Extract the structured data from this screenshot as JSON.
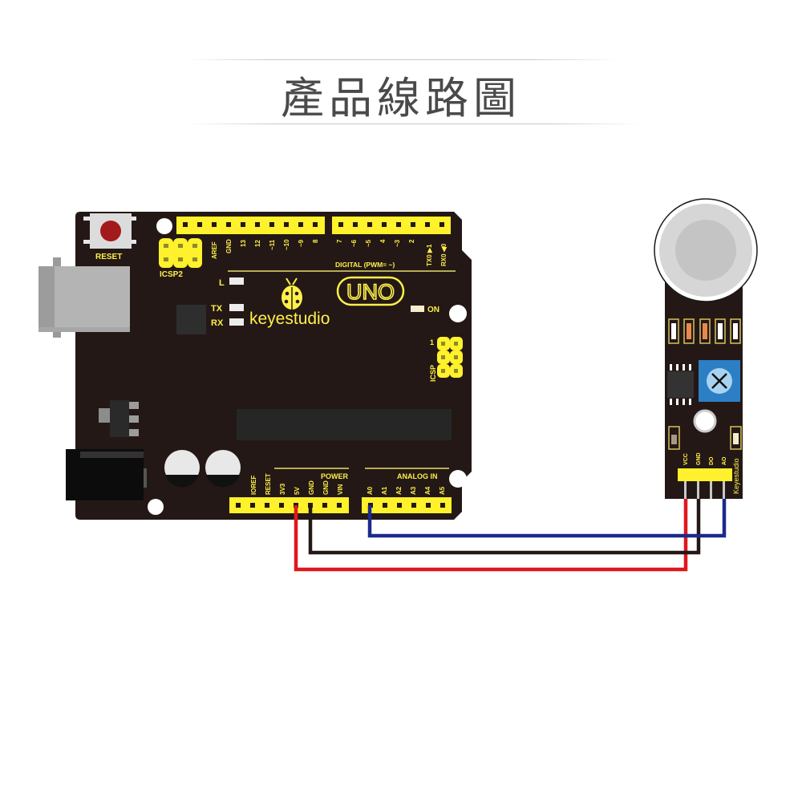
{
  "title": "產品線路圖",
  "colors": {
    "pcb": "#231815",
    "header_yellow": "#fff12b",
    "silk_yellow": "#fff04a",
    "wire_red": "#e0161d",
    "wire_black": "#231815",
    "wire_blue": "#1c2a8c",
    "title_text": "#4a4a4a",
    "pot_blue": "#2c7fc4"
  },
  "arduino": {
    "brand": "keyestudio",
    "model": "UNO",
    "reset_label": "RESET",
    "icsp2_label": "ICSP2",
    "icsp_label": "ICSP",
    "icsp_pin1": "1",
    "led_labels": {
      "l": "L",
      "tx": "TX",
      "rx": "RX",
      "on": "ON"
    },
    "digital_label": "DIGITAL (PWM= ~)",
    "digital_pins": [
      "AREF",
      "GND",
      "13",
      "12",
      "~11",
      "~10",
      "~9",
      "8",
      "7",
      "~6",
      "~5",
      "4",
      "~3",
      "2",
      "TX0 ▶1",
      "RX0 ◀0"
    ],
    "power_label": "POWER",
    "power_pins": [
      "IOREF",
      "RESET",
      "3V3",
      "5V",
      "GND",
      "GND",
      "VIN"
    ],
    "analog_label": "ANALOG IN",
    "analog_pins": [
      "A0",
      "A1",
      "A2",
      "A3",
      "A4",
      "A5"
    ]
  },
  "sensor": {
    "brand": "Keyestudio",
    "pins": [
      "VCC",
      "GND",
      "DO",
      "AO"
    ]
  },
  "connections": [
    {
      "from": "5V",
      "to": "VCC",
      "color": "red"
    },
    {
      "from": "GND",
      "to": "GND",
      "color": "black"
    },
    {
      "from": "A0",
      "to": "AO",
      "color": "blue"
    }
  ]
}
